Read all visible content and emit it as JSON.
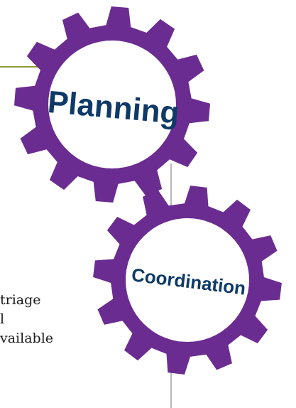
{
  "gears": [
    {
      "label": "Planning"
    },
    {
      "label": "Coordination"
    }
  ],
  "text_fragments": [
    "triage",
    "l",
    "vailable"
  ],
  "colors": {
    "gear_fill": "#6b2c91",
    "label_color": "#0f3a67",
    "accent_line": "#8a9a3b",
    "connector_line": "#b8b8b8",
    "body_text": "#1a1a1a"
  }
}
